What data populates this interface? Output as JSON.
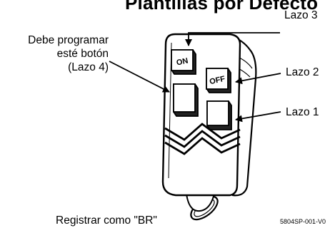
{
  "title": "Plantillas por Defecto",
  "labels": {
    "lazo3": "Lazo 3",
    "lazo2": "Lazo 2",
    "lazo1": "Lazo 1",
    "debe_line1": "Debe programar",
    "debe_line2": "esté botón",
    "debe_line3": "(Lazo 4)",
    "registrar": "Registrar como \"BR\"",
    "code": "5804SP-001-V0"
  },
  "buttons": {
    "on": "ON",
    "off": "OFF"
  }
}
